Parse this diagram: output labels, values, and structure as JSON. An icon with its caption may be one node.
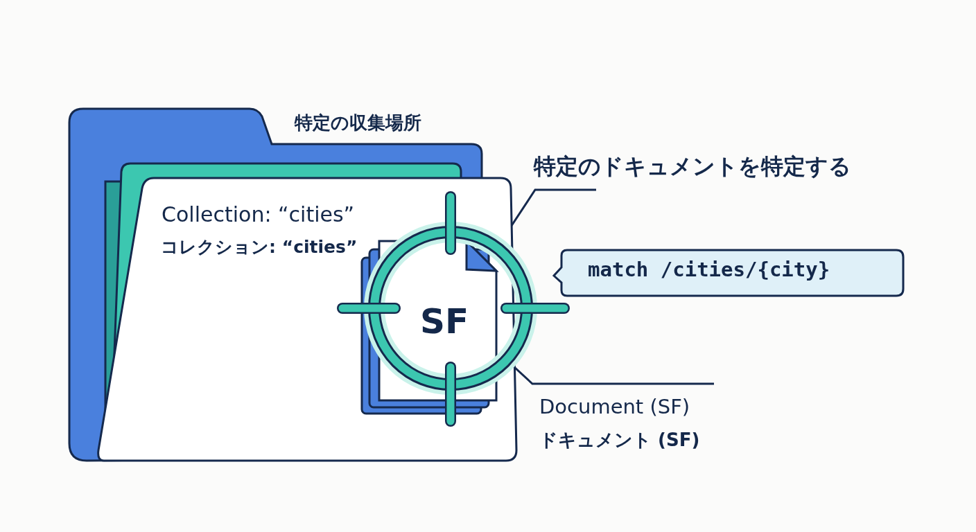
{
  "diagram": {
    "nodes": [
      {
        "text": [
          "特定の収集場所",
          "Collection: “cities”",
          "コレクション: “cities”"
        ]
      },
      {
        "text": [
          "SF"
        ]
      },
      {
        "text": [
          "特定のドキュメントを特定する"
        ]
      },
      {
        "text": [],
        "shape": "circle"
      },
      {
        "text": [
          "match /cities/{city}"
        ]
      },
      {
        "text": [
          "Document (SF)",
          "ドキュメント (SF)"
        ]
      }
    ],
    "edges": [
      {
        "from": 2,
        "to": 3,
        "arrow": "none"
      },
      {
        "from": 5,
        "to": 1,
        "arrow": "none"
      }
    ]
  }
}
